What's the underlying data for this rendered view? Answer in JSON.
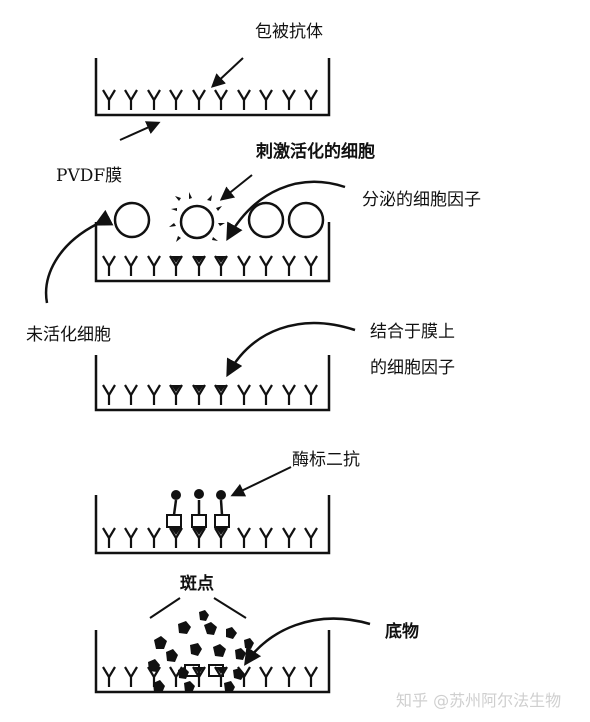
{
  "labels": {
    "coated_antibody": "包被抗体",
    "pvdf_membrane": "PVDF膜",
    "stimulated_cell": "刺激活化的细胞",
    "secreted_cytokine": "分泌的细胞因子",
    "inactive_cell": "未活化细胞",
    "bound_cytokine_line1": "结合于膜上",
    "bound_cytokine_line2": "的细胞因子",
    "enzyme_secondary": "酶标二抗",
    "spot": "斑点",
    "substrate": "底物"
  },
  "watermark": "知乎 @苏州阿尔法生物",
  "colors": {
    "ink": "#111111",
    "background": "#ffffff",
    "watermark": "#cfcfcf"
  }
}
